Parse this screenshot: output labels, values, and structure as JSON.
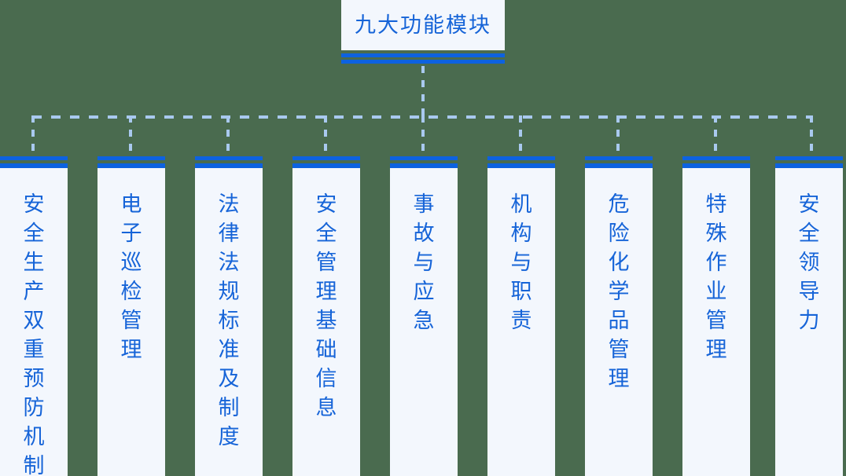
{
  "theme": {
    "background": "#4a6b4f",
    "card_background": "#f3f7fd",
    "accent_bar": "#0d62e0",
    "text_blue": "#1664d8",
    "connector_dash": "#a9c9ef"
  },
  "root": {
    "label": "九大功能模块"
  },
  "modules": [
    {
      "id": "module-1",
      "label": "安全生产双重预防机制"
    },
    {
      "id": "module-2",
      "label": "电子巡检管理"
    },
    {
      "id": "module-3",
      "label": "法律法规标准及制度"
    },
    {
      "id": "module-4",
      "label": "安全管理基础信息"
    },
    {
      "id": "module-5",
      "label": "事故与应急"
    },
    {
      "id": "module-6",
      "label": "机构与职责"
    },
    {
      "id": "module-7",
      "label": "危险化学品管理"
    },
    {
      "id": "module-8",
      "label": "特殊作业管理"
    },
    {
      "id": "module-9",
      "label": "安全领导力"
    }
  ]
}
